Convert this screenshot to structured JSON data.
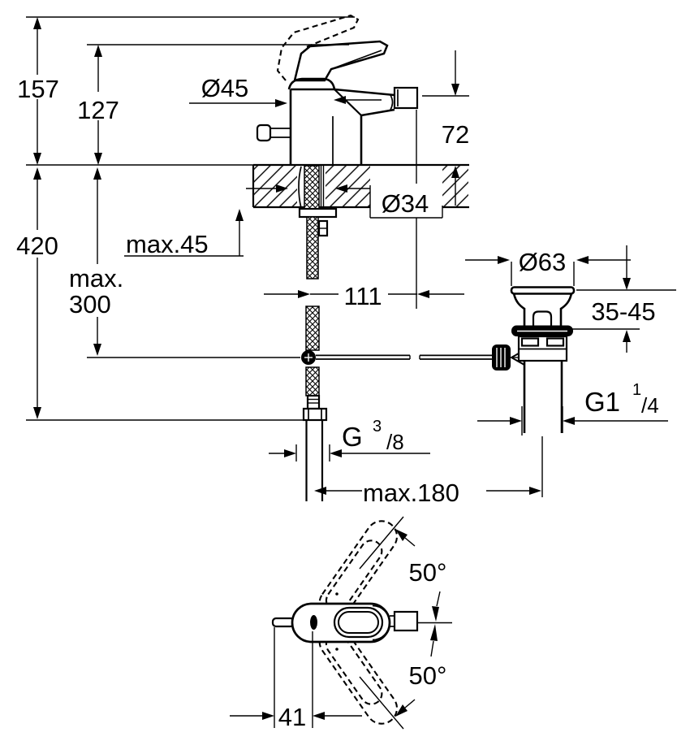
{
  "drawing": {
    "type": "technical-installation-diagram",
    "subject": "single-lever bidet mixer with pop-up waste, side elevation and top view",
    "line_color": "#000000",
    "background": "#ffffff"
  },
  "dimensions": {
    "total_height": "157",
    "body_height": "127",
    "base_diameter": "Ø45",
    "spout_outlet_height": "72",
    "depth_below_counter": "420",
    "counter_thickness_max": "max.45",
    "rod_length_max_line1": "max.",
    "rod_length_max_line2": "300",
    "hole_diameter": "Ø34",
    "spout_projection": "111",
    "waste_flange_diameter": "Ø63",
    "waste_clamp_range": "35-45",
    "waste_thread_main": "G1",
    "waste_thread_sup": "1",
    "waste_thread_sub": "/4",
    "hose_thread_main": "G",
    "hose_thread_sup": "3",
    "hose_thread_sub": "/8",
    "center_distance_max": "max.180",
    "handle_swivel_up": "50°",
    "handle_swivel_down": "50°",
    "rod_offset": "41"
  }
}
